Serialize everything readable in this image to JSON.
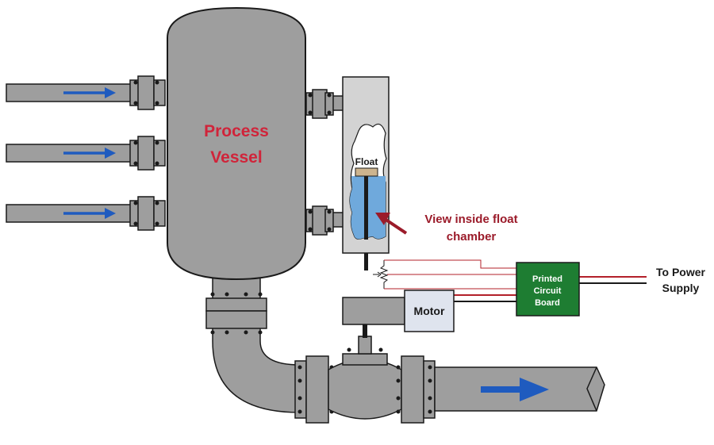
{
  "labels": {
    "vessel_line1": "Process",
    "vessel_line2": "Vessel",
    "float": "Float",
    "view_line1": "View inside float",
    "view_line2": "chamber",
    "pcb_line1": "Printed",
    "pcb_line2": "Circuit",
    "pcb_line3": "Board",
    "motor": "Motor",
    "power_line1": "To Power",
    "power_line2": "Supply"
  },
  "colors": {
    "pipe": "#9e9e9e",
    "outline": "#1a1a1a",
    "flow_arrow": "#1f5bbf",
    "vessel_label": "#d0243a",
    "callout": "#9b1b2a",
    "pcb": "#1e7d32",
    "liquid": "#6fa9dc",
    "chamber": "#d3d3d3",
    "float_body": "#cdb48e",
    "motor_box": "#dfe4ee",
    "signal_wire": "#b3202a"
  }
}
